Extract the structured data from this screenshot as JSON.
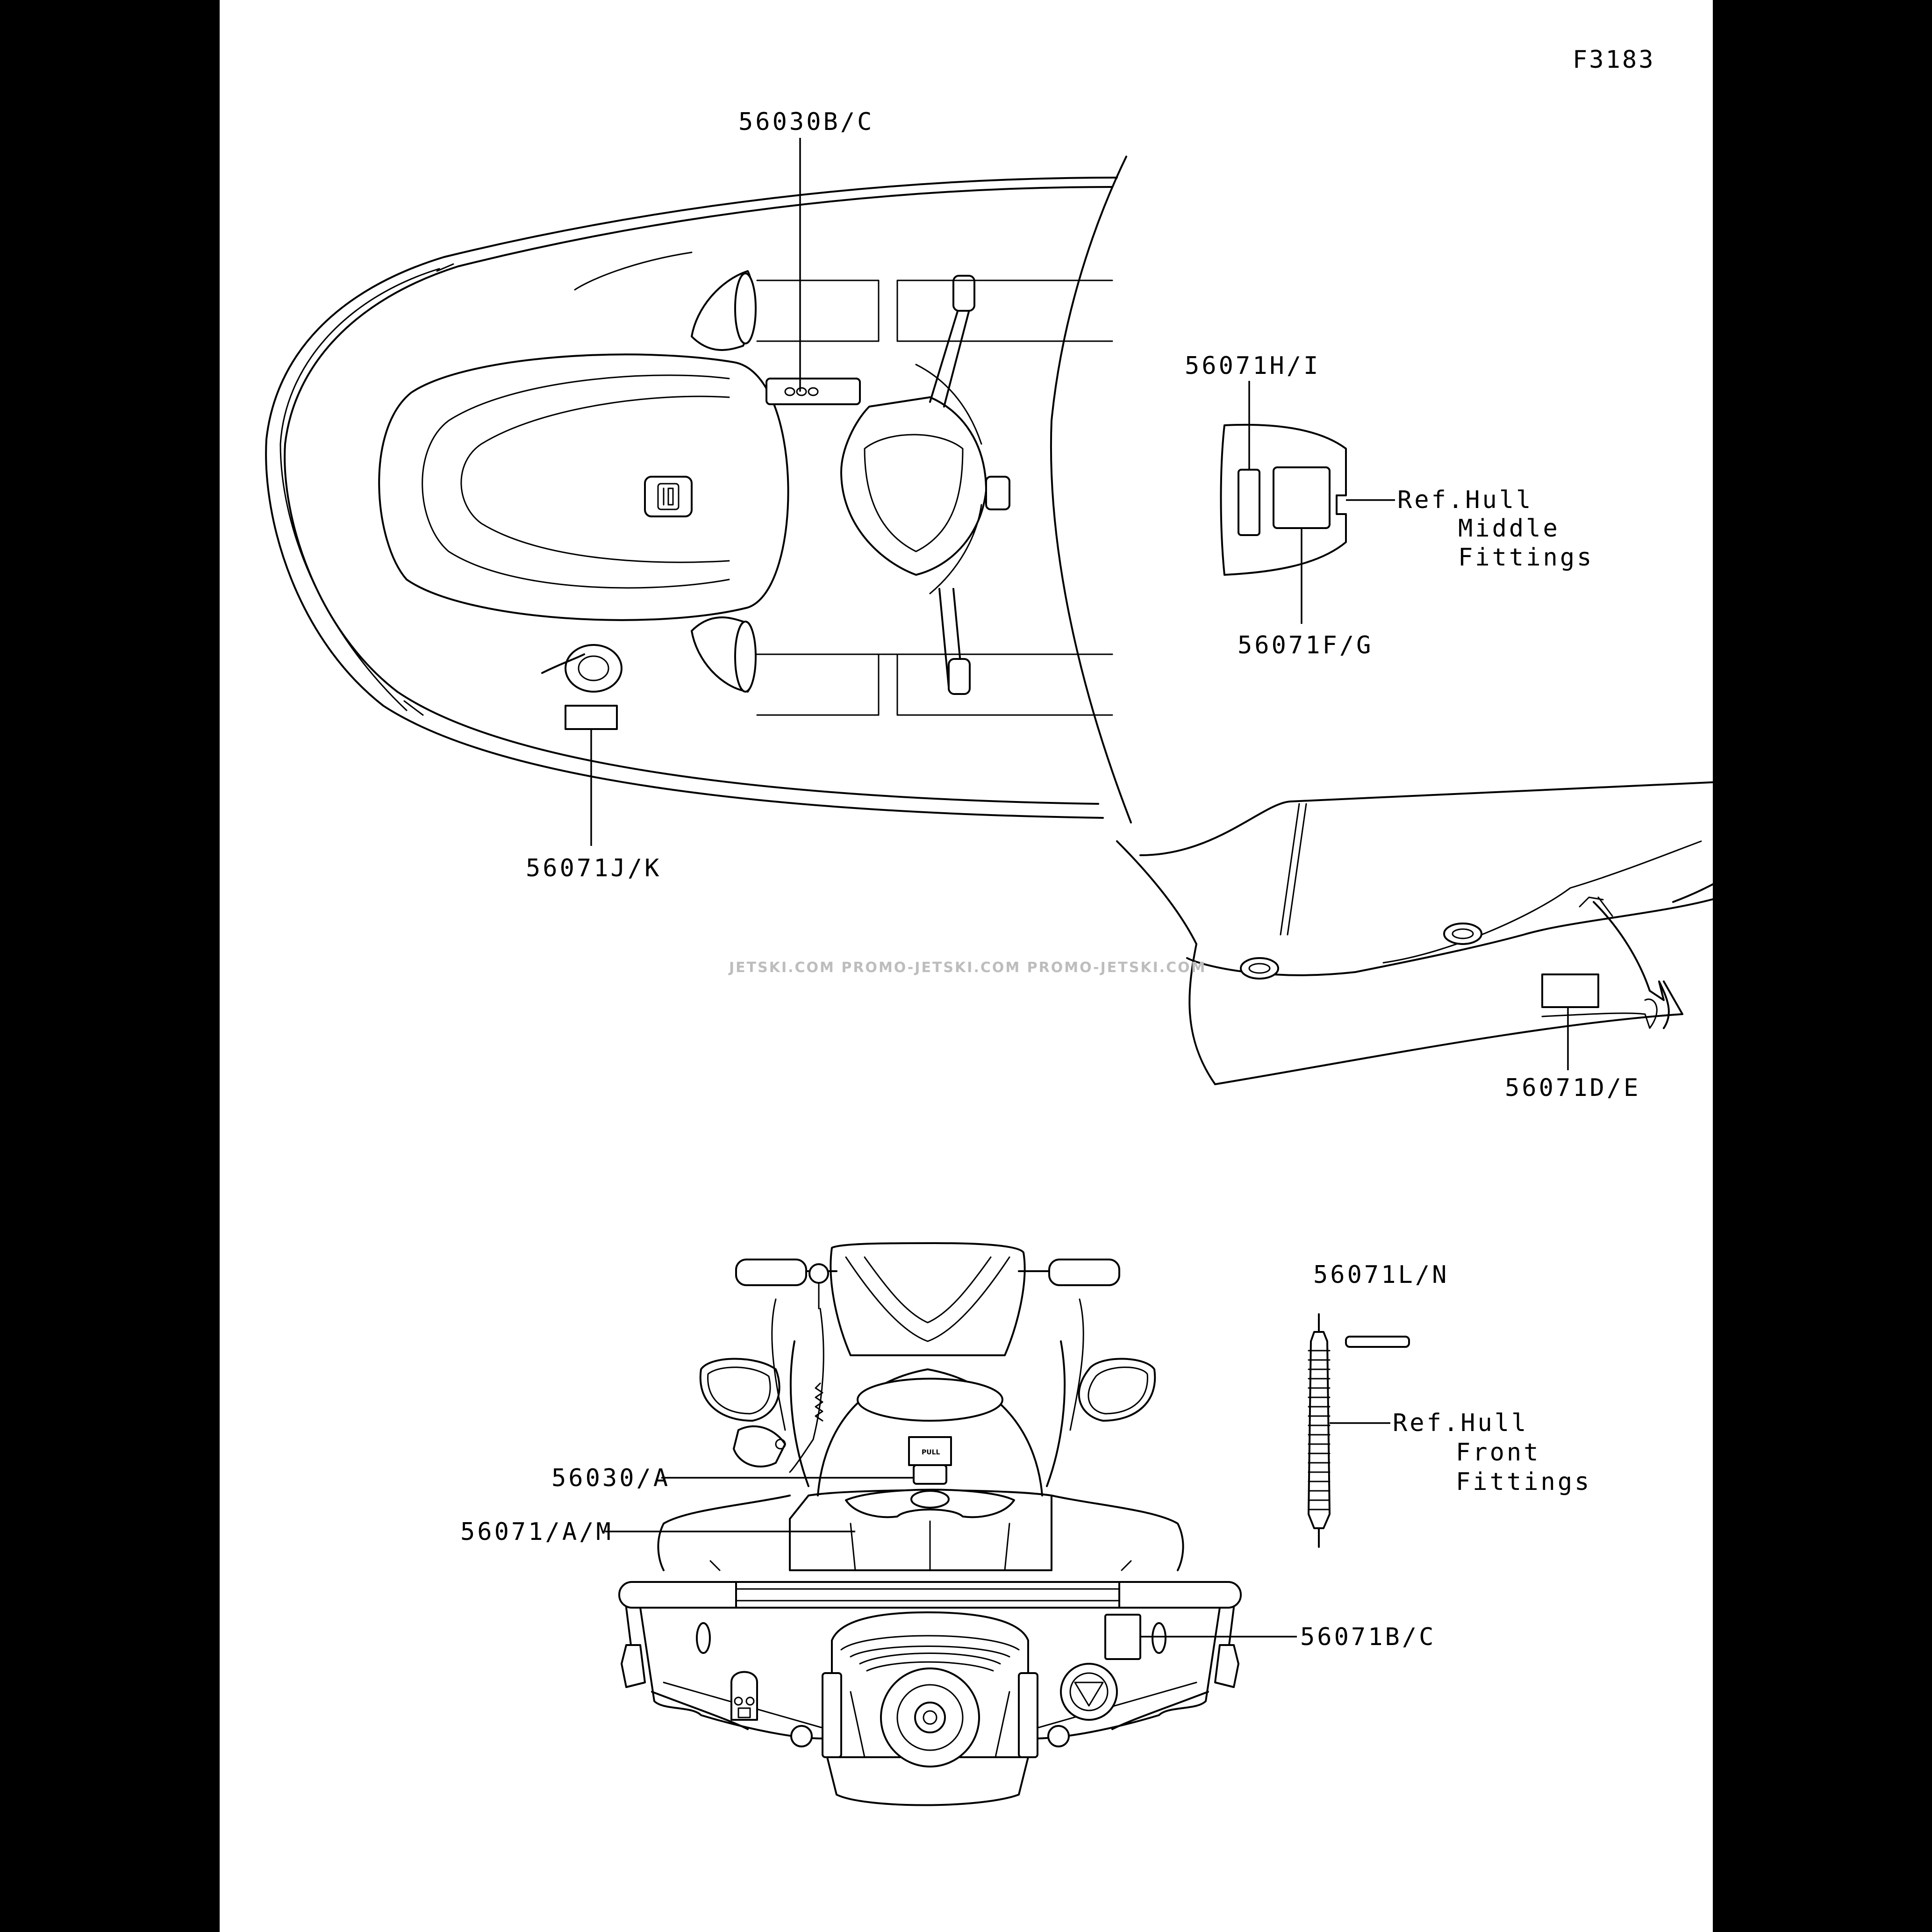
{
  "figure": {
    "code": "F3183"
  },
  "watermark": {
    "text": "JETSKI.COM  PROMO-JETSKI.COM  PROMO-JETSKI.COM"
  },
  "labels": {
    "top_view": {
      "p56030bc": "56030B/C",
      "p56071jk": "56071J/K"
    },
    "fittings_middle": {
      "p56071hi": "56071H/I",
      "p56071fg": "56071F/G",
      "ref_line1": "Ref.Hull",
      "ref_line2": "Middle",
      "ref_line3": "Fittings"
    },
    "seat_side": {
      "p56071de": "56071D/E"
    },
    "rear_view": {
      "p56030a": "56030/A",
      "p56071am": "56071/A/M",
      "p56071bc": "56071B/C",
      "pull_tag": "PULL"
    },
    "fittings_front": {
      "p56071ln": "56071L/N",
      "ref_line1": "Ref.Hull",
      "ref_line2": "Front",
      "ref_line3": "Fittings"
    }
  },
  "colors": {
    "background": "#000000",
    "sheet": "#ffffff",
    "ink": "#000000",
    "watermark": "#bdbdbd"
  }
}
